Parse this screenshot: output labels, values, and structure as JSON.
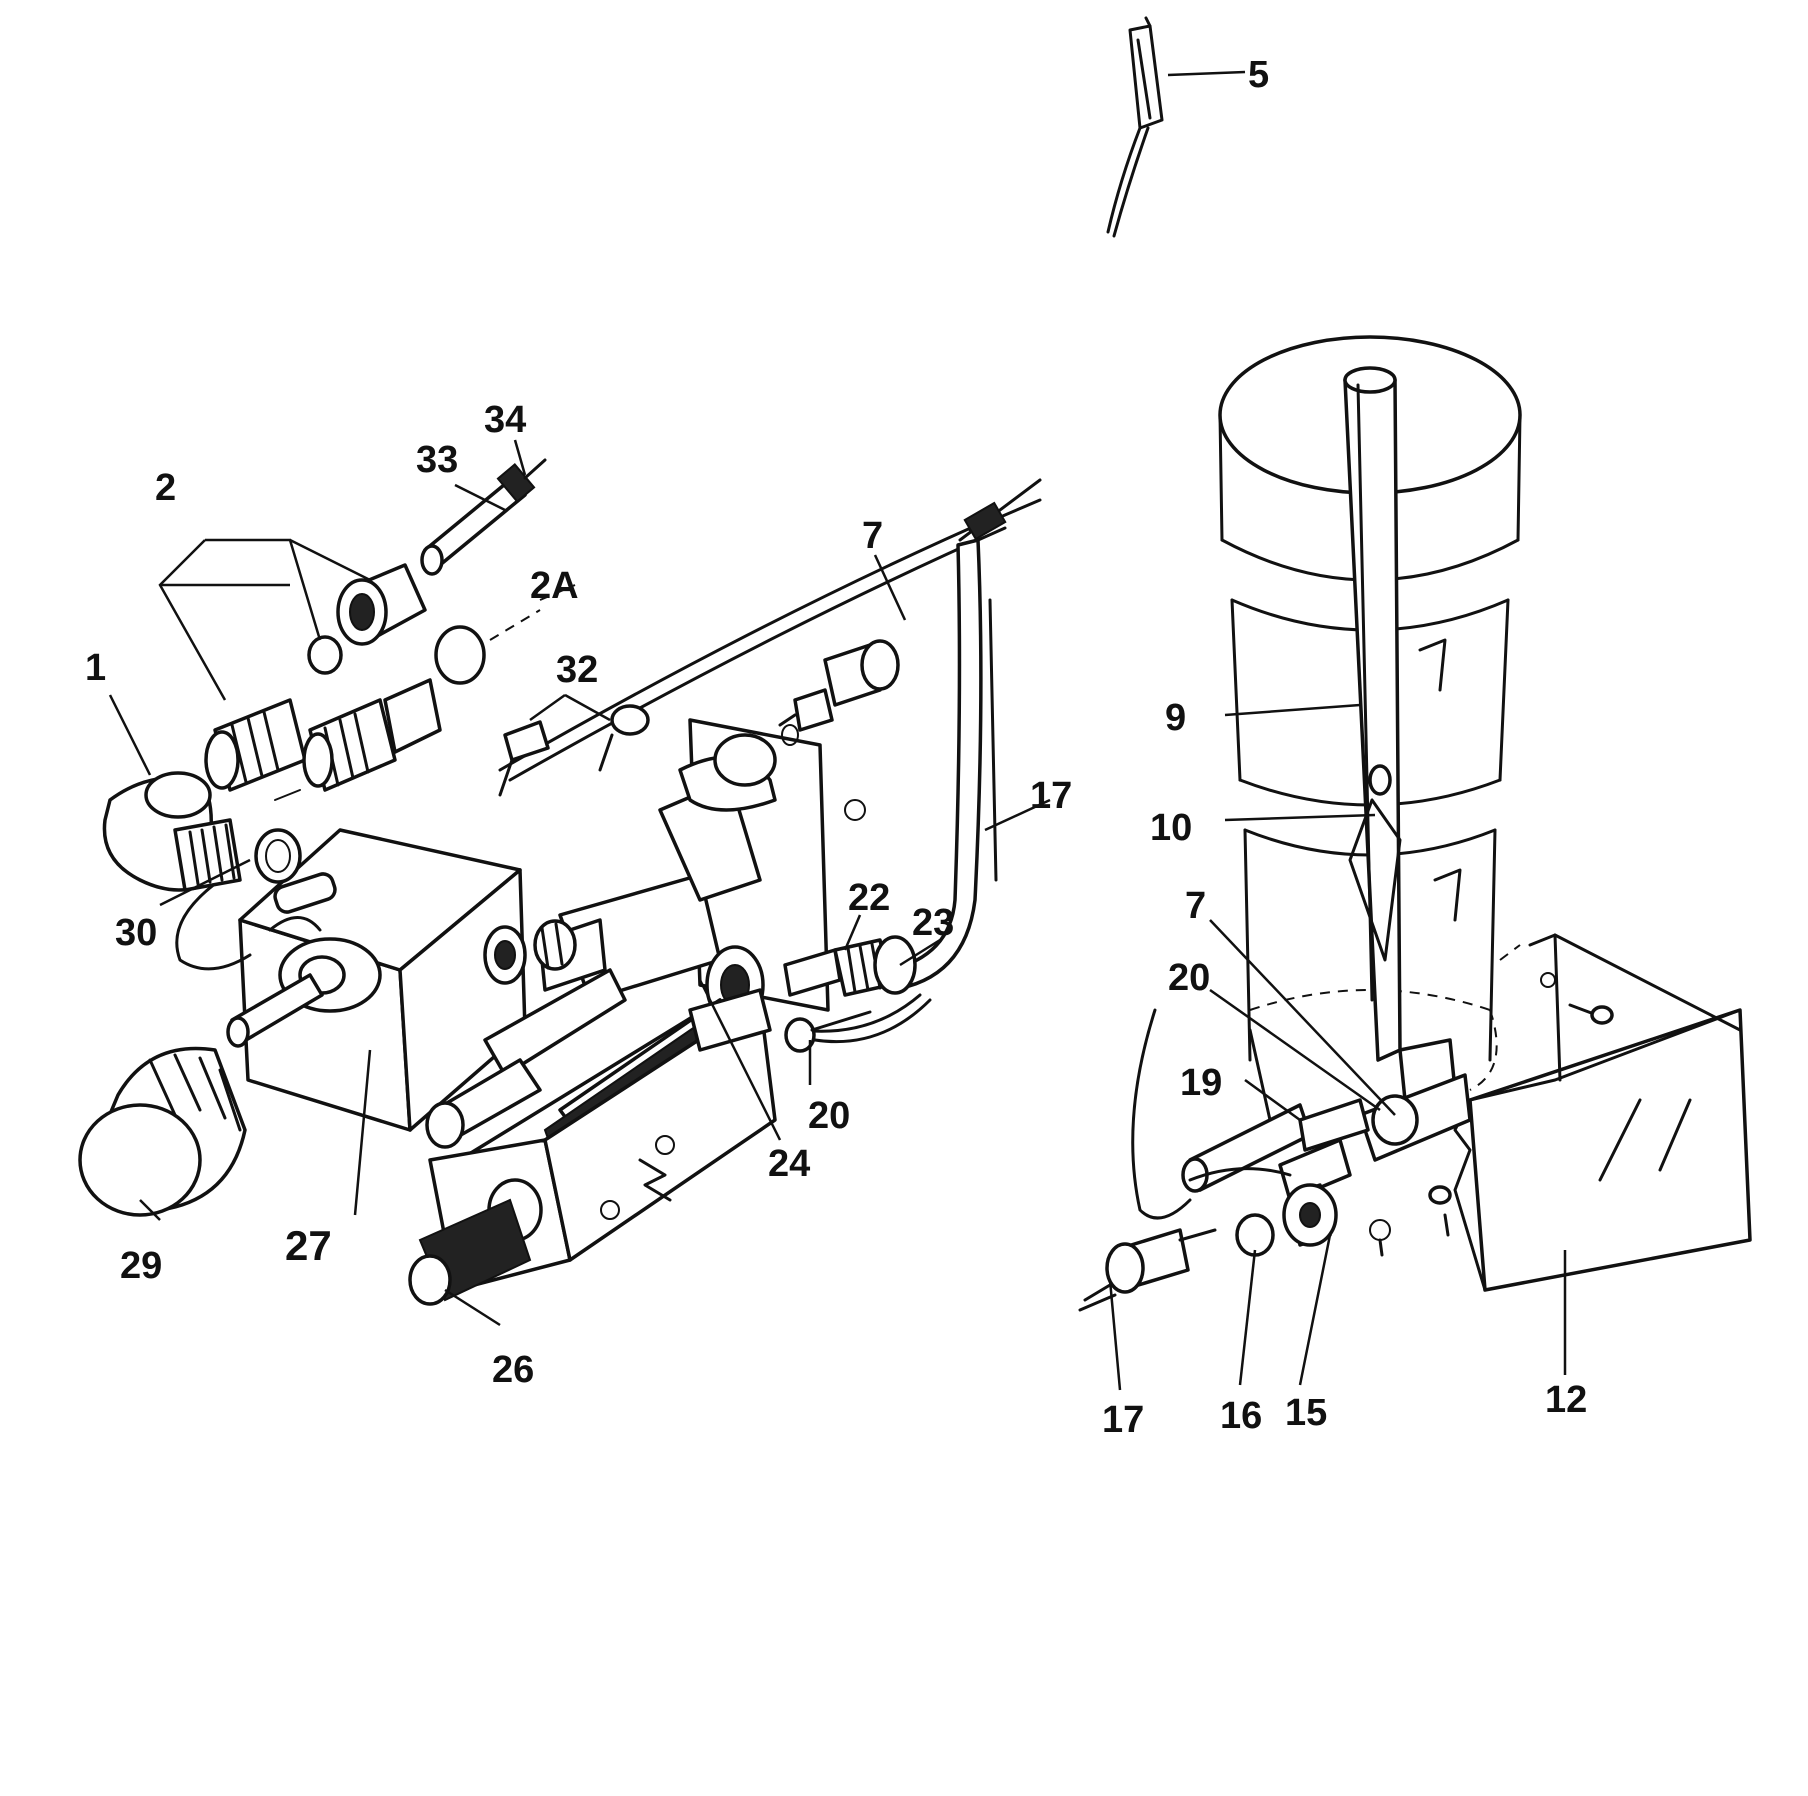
{
  "callouts": {
    "c1": "1",
    "c2": "2",
    "c2A": "2A",
    "c5": "5",
    "c7a": "7",
    "c7b": "7",
    "c9": "9",
    "c10": "10",
    "c12": "12",
    "c15": "15",
    "c16": "16",
    "c17a": "17",
    "c17b": "17",
    "c19": "19",
    "c20a": "20",
    "c20b": "20",
    "c22": "22",
    "c23": "23",
    "c24": "24",
    "c26": "26",
    "c27": "27",
    "c29": "29",
    "c30": "30",
    "c32": "32",
    "c33": "33",
    "c34": "34"
  }
}
